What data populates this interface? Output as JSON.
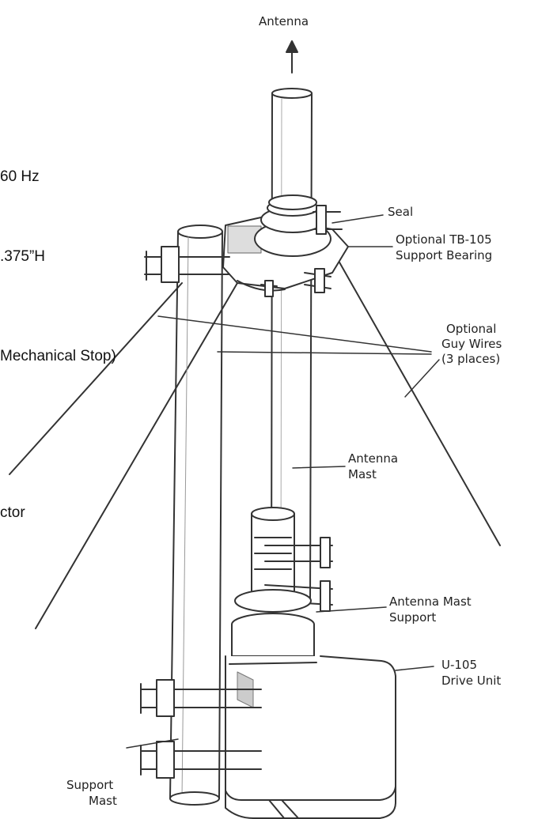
{
  "background_text": {
    "line1": "60 Hz",
    "line2": ".375”H",
    "line3": "Mechanical Stop)",
    "line4": "ctor"
  },
  "labels": {
    "antenna": "Antenna",
    "seal": "Seal",
    "bearing_line1": "Optional TB-105",
    "bearing_line2": "Support Bearing",
    "guy_line1": "Optional",
    "guy_line2": "Guy Wires",
    "guy_line3": "(3 places)",
    "antenna_mast_line1": "Antenna",
    "antenna_mast_line2": "Mast",
    "mast_support_line1": "Antenna Mast",
    "mast_support_line2": "Support",
    "drive_line1": "U-105",
    "drive_line2": "Drive Unit",
    "support_mast_line1": "Support",
    "support_mast_line2": "Mast"
  }
}
